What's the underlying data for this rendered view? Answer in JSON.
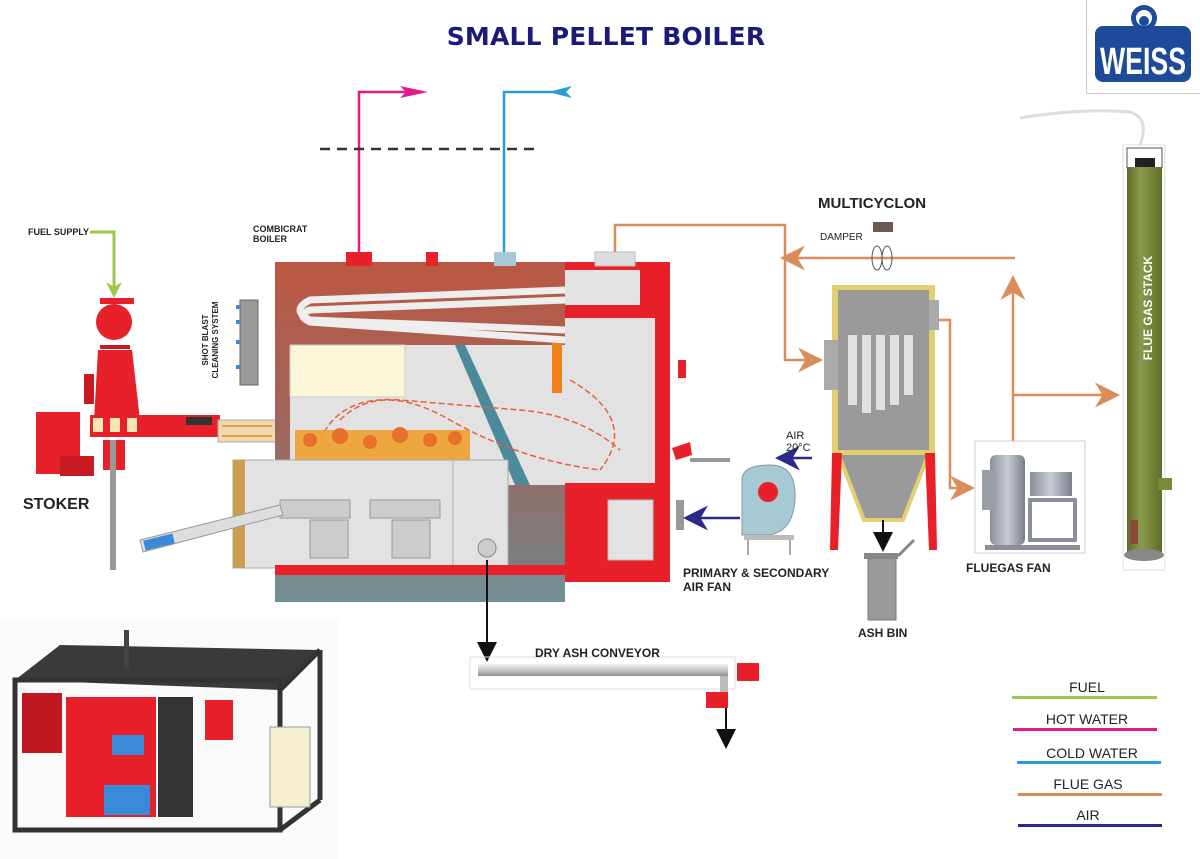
{
  "title": "SMALL PELLET BOILER",
  "logo": {
    "text": "WEISS",
    "color": "#1e4a9a"
  },
  "labels": {
    "fuel_supply": "FUEL SUPPLY",
    "combicrat_boiler_line1": "COMBICRAT",
    "combicrat_boiler_line2": "BOILER",
    "shot_blast_line1": "SHOT BLAST",
    "shot_blast_line2": "CLEANING SYSTEM",
    "stoker": "STOKER",
    "multicyclon": "MULTICYCLON",
    "damper": "DAMPER",
    "air_line1": "AIR",
    "air_line2": "20°C",
    "primary_fan_line1": "PRIMARY & SECONDARY",
    "primary_fan_line2": "AIR FAN",
    "ash_bin": "ASH BIN",
    "fluegas_fan": "FLUEGAS FAN",
    "flue_gas_stack": "FLUE GAS STACK",
    "dry_ash_conveyor": "DRY ASH CONVEYOR"
  },
  "legend": [
    {
      "label": "FUEL",
      "color": "#9cc84a"
    },
    {
      "label": "HOT WATER",
      "color": "#e4198a"
    },
    {
      "label": "COLD WATER",
      "color": "#2a9ad8"
    },
    {
      "label": "FLUE GAS",
      "color": "#d98d5a"
    },
    {
      "label": "AIR",
      "color": "#2a2a8a"
    }
  ],
  "colors": {
    "boiler_red": "#e8202a",
    "boiler_brown": "#b0604a",
    "flue_gas": "#d98d5a",
    "hot_water": "#e4198a",
    "cold_water": "#2a9ad8",
    "fuel": "#9cc84a",
    "air": "#2a2a8a",
    "stack_green": "#7a8a3a"
  }
}
